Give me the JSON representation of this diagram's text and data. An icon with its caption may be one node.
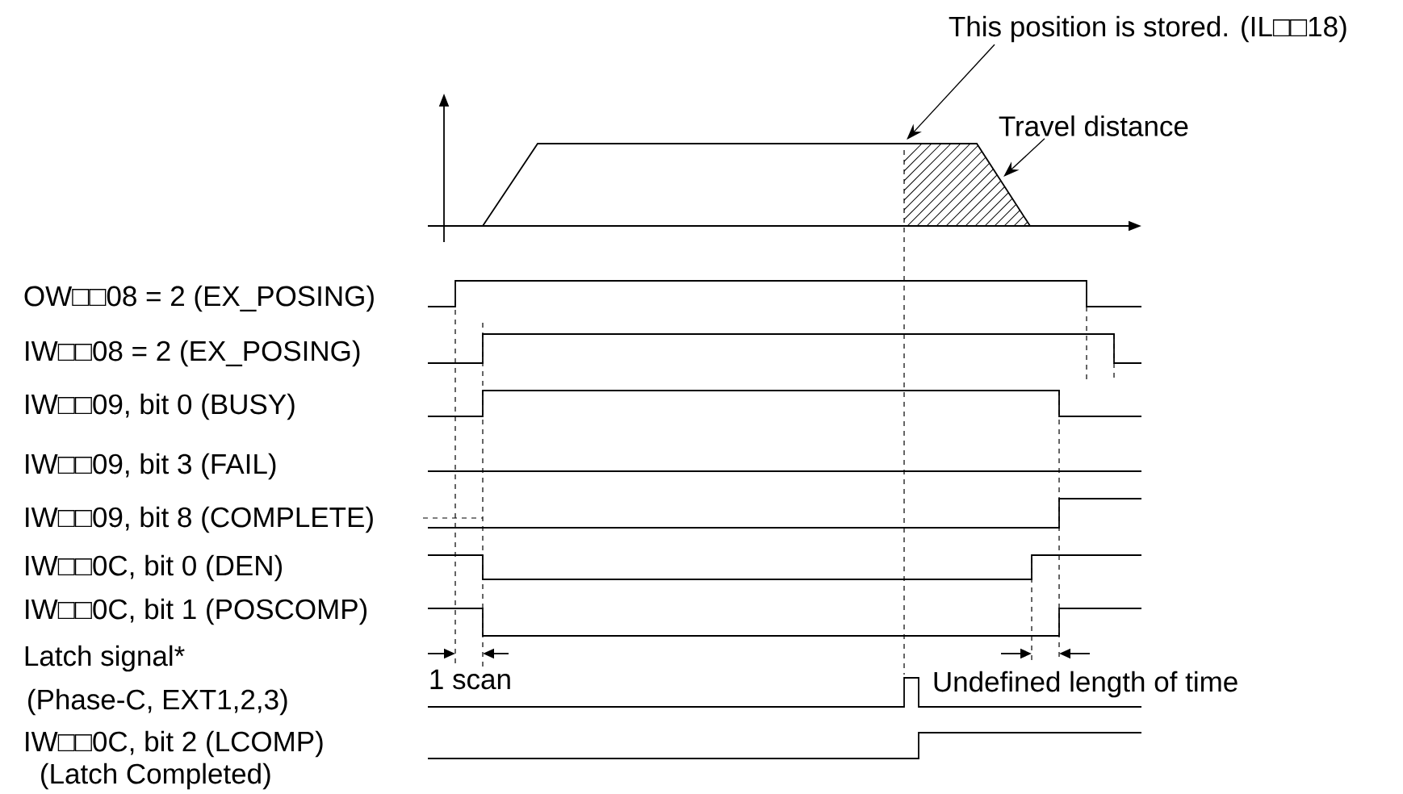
{
  "diagram": {
    "nodes": [
      {
        "text": [
          "This position is stored. (IL□□18)"
        ]
      },
      {
        "text": [
          "Travel distance"
        ]
      },
      {
        "text": [],
        "shape": "trapezoid"
      }
    ],
    "edges": [
      {
        "from": 0,
        "to": 2,
        "arrow": "to"
      },
      {
        "from": 1,
        "to": 2,
        "arrow": "to"
      }
    ],
    "labels": [
      "OW□□08 = 2 (EX_POSING)",
      "IW□□08 = 2 (EX_POSING)",
      "IW□□09, bit 0 (BUSY)",
      "IW□□09, bit 3 (FAIL)",
      "IW□□09, bit 8 (COMPLETE)",
      "IW□□0C, bit 0 (DEN)",
      "IW□□0C, bit 1 (POSCOMP)",
      "Latch signal*",
      "(Phase-C, EXT1,2,3)",
      "IW□□0C, bit 2 (LCOMP)",
      "(Latch Completed)",
      "1 scan",
      "Undefined length of time"
    ]
  }
}
